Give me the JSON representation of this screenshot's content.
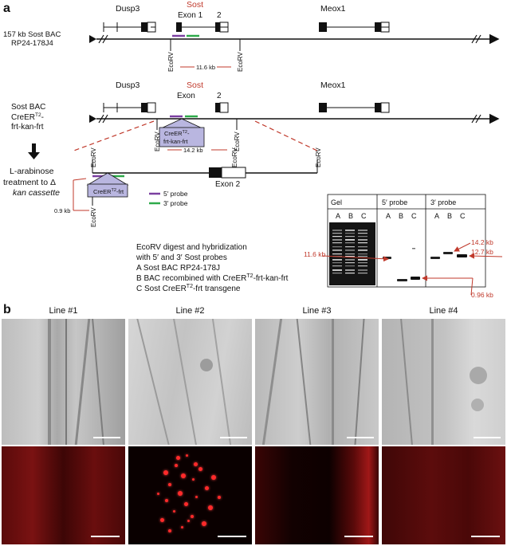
{
  "panel_a": {
    "letter": "a",
    "bac_name": "157 kb Sost BAC",
    "bac_id": "RP24-178J4",
    "genes": {
      "dusp3": "Dusp3",
      "sost": "Sost",
      "meox1": "Meox1"
    },
    "exon1": "Exon 1",
    "exon2_num": "2",
    "exon": "Exon",
    "exon2": "Exon 2",
    "ecorv": "EcoRV",
    "size_11_6": "11.6 kb",
    "size_14_2": "14.2 kb",
    "size_0_9": "0.9 kb",
    "recomb_label_1": "Sost BAC",
    "recomb_label_2": "CreER",
    "recomb_label_sup": "T2",
    "recomb_label_3": "-",
    "recomb_label_4": "frt-kan-frt",
    "cassette_1": "CreER",
    "cassette_sup": "T2",
    "cassette_2": "-",
    "cassette_3": "frt-kan-frt",
    "cassette2": "CreER",
    "cassette2_sup": "T2",
    "cassette2_end": "-frt",
    "arabinose_1": "L-arabinose",
    "arabinose_2": "treatment to Δ",
    "arabinose_3": "kan cassette",
    "legend_5p": "5′ probe",
    "legend_3p": "3′ probe",
    "colors": {
      "probe5": "#7b3fa0",
      "probe3": "#2eaa4a",
      "red": "#c0392b",
      "cassette": "#b9b6e0"
    },
    "gel": {
      "header_gel": "Gel",
      "header_5p": "5′ probe",
      "header_3p": "3′ probe",
      "lane_a": "A",
      "lane_b": "B",
      "lane_c": "C",
      "band_11_6": "11.6 kb",
      "band_14_2": "14.2 kb",
      "band_12_7": "12.7 kb",
      "band_0_96": "0.96 kb"
    },
    "caption": {
      "line1": "EcoRV digest and hybridization",
      "line2": "with 5′ and 3′ Sost probes",
      "line3": "A Sost BAC RP24-178J",
      "line4a": "B BAC recombined with CreER",
      "line4sup": "T2",
      "line4b": "-frt-kan-frt",
      "line5a": "C Sost CreER",
      "line5sup": "T2",
      "line5b": "-frt transgene"
    }
  },
  "panel_b": {
    "letter": "b",
    "lines": [
      "Line #1",
      "Line #2",
      "Line #3",
      "Line #4"
    ]
  }
}
